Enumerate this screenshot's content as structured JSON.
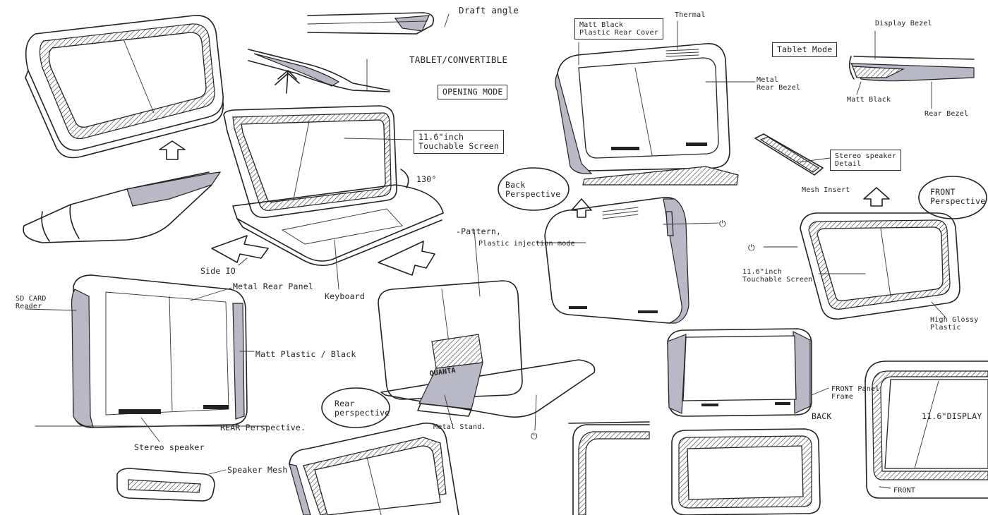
{
  "labels": {
    "draft_angle": "Draft angle",
    "tablet_convertible": "TABLET/CONVERTIBLE",
    "opening_mode": "OPENING MODE",
    "screen_116_a_line1": "11.6\"inch",
    "screen_116_a_line2": "Touchable Screen",
    "angle_130": "130°",
    "side_io": "Side IO",
    "keyboard": "Keyboard",
    "matt_black_cover_line1": "Matt Black",
    "matt_black_cover_line2": "Plastic Rear Cover",
    "thermal": "Thermal",
    "tablet_mode": "Tablet Mode",
    "metal_rear_bezel_line1": "Metal",
    "metal_rear_bezel_line2": "Rear Bezel",
    "display_bezel": "Display Bezel",
    "matt_black": "Matt Black",
    "rear_bezel": "Rear Bezel",
    "stereo_speaker_detail_line1": "Stereo speaker",
    "stereo_speaker_detail_line2": "Detail",
    "mesh_insert": "Mesh Insert",
    "back_perspective_line1": "Back",
    "back_perspective_line2": "Perspective",
    "front_perspective_line1": "FRONT",
    "front_perspective_line2": "Perspective",
    "pattern": "-Pattern,",
    "plastic_injection": "Plastic injection mode",
    "screen_116_b_line1": "11.6\"inch",
    "screen_116_b_line2": "Touchable Screen",
    "high_glossy_line1": "High Glossy",
    "high_glossy_line2": "Plastic",
    "sd_card_line1": "SD CARD",
    "sd_card_line2": "Reader",
    "metal_rear_panel": "Metal Rear Panel",
    "matt_plastic_black": "Matt Plastic / Black",
    "rear_perspective_caption": "REAR Perspective.",
    "stereo_speaker": "Stereo speaker",
    "speaker_mesh": "Speaker Mesh",
    "rear_perspective_bubble_line1": "Rear",
    "rear_perspective_bubble_line2": "perspective",
    "metal_stand": "Metal Stand.",
    "brand_on_stand": "QUANTA",
    "back": "BACK",
    "front_panel_frame_line1": "FRONT Panel",
    "front_panel_frame_line2": "Frame",
    "display_116": "11.6\"DISPLAY",
    "front": "FRONT"
  },
  "icons": [
    "power-icon"
  ],
  "colors": {
    "ink": "#222222",
    "grey_marker": "#b9b8c6",
    "paper": "#ffffff"
  }
}
